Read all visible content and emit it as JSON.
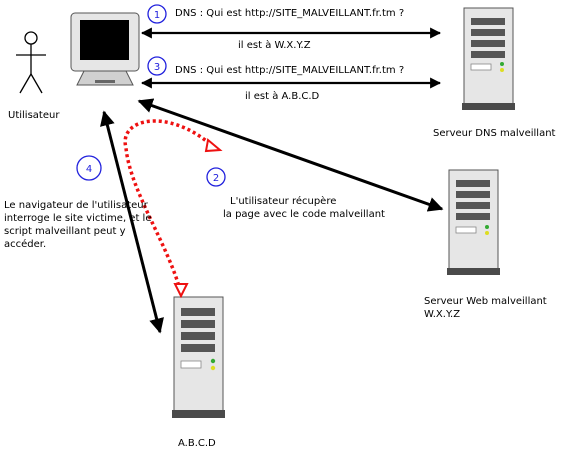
{
  "actors": {
    "user": "Utilisateur",
    "dns_server": "Serveur DNS malveillant",
    "web_server": "Serveur Web malveillant",
    "web_server_ip": "W.X.Y.Z",
    "victim_server": "A.B.C.D"
  },
  "steps": [
    {
      "number": "1",
      "label": "DNS : Qui est http://SITE_MALVEILLANT.fr.tm ?",
      "reply": "il est à W.X.Y.Z"
    },
    {
      "number": "2",
      "label": "L'utilisateur récupère",
      "label2": "la page avec le code malveillant"
    },
    {
      "number": "3",
      "label": "DNS : Qui est http://SITE_MALVEILLANT.fr.tm ?",
      "reply": "il est à A.B.C.D"
    },
    {
      "number": "4",
      "label": "Le navigateur de l'utilisateur interroge le site victime, et le script malveillant peut y accéder."
    }
  ],
  "colors": {
    "arrow": "#000000",
    "malicious_arrow": "#ee1111",
    "step_circle": "#2222dd",
    "server_body": "#e6e6e6",
    "server_dark": "#4a4a4a",
    "screen": "#000000",
    "led_green": "#33aa33",
    "led_yellow": "#dddd22"
  }
}
